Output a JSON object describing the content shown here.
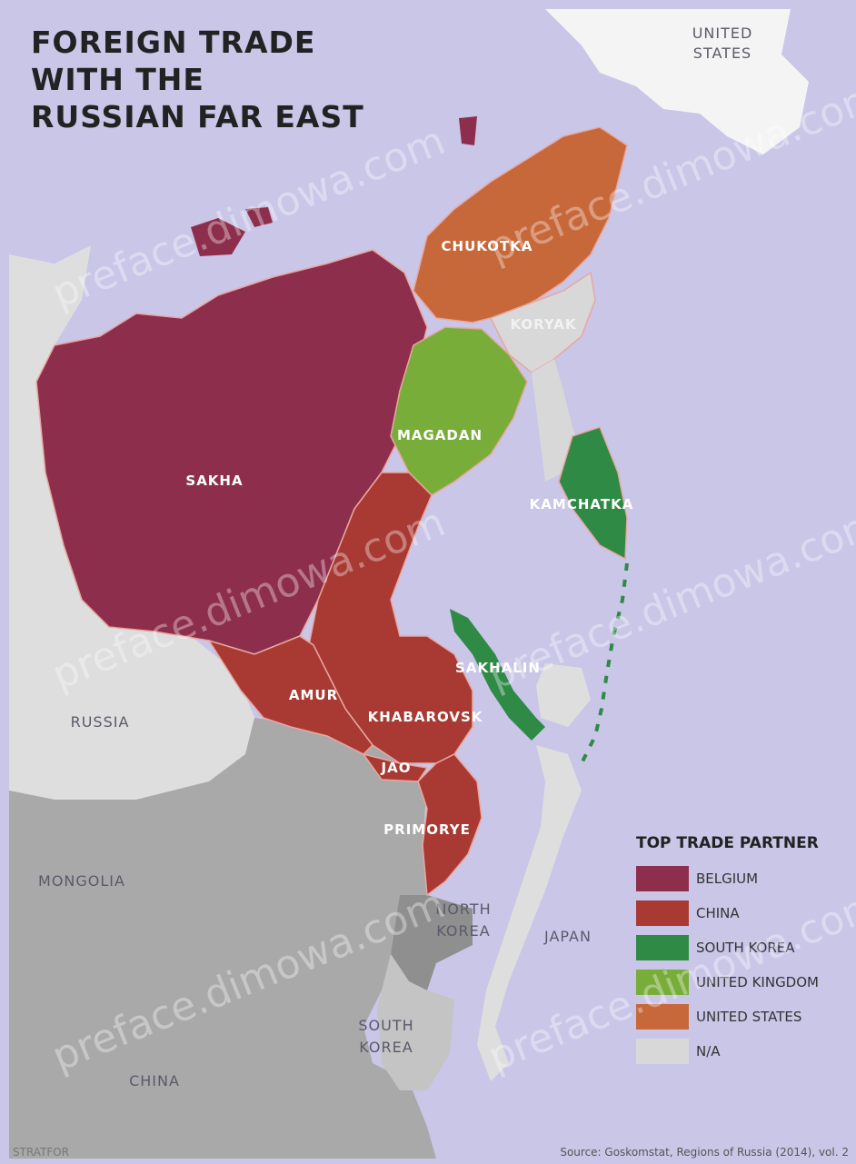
{
  "title": {
    "line1": "FOREIGN TRADE",
    "line2": "WITH THE",
    "line3": "RUSSIAN FAR EAST"
  },
  "regions": [
    {
      "id": "sakha",
      "label": "SAKHA",
      "partner": "Belgium"
    },
    {
      "id": "chukotka",
      "label": "CHUKOTKA",
      "partner": "United States"
    },
    {
      "id": "koryak",
      "label": "KORYAK",
      "partner": "N/A"
    },
    {
      "id": "magadan",
      "label": "MAGADAN",
      "partner": "United Kingdom"
    },
    {
      "id": "kamchatka",
      "label": "KAMCHATKA",
      "partner": "South Korea"
    },
    {
      "id": "sakhalin",
      "label": "SAKHALIN",
      "partner": "South Korea"
    },
    {
      "id": "amur",
      "label": "AMUR",
      "partner": "China"
    },
    {
      "id": "khabarovsk",
      "label": "KHABAROVSK",
      "partner": "China"
    },
    {
      "id": "jao",
      "label": "JAO",
      "partner": "China"
    },
    {
      "id": "primorye",
      "label": "PRIMORYE",
      "partner": "China"
    }
  ],
  "countries": {
    "russia": "RUSSIA",
    "mongolia": "MONGOLIA",
    "china": "CHINA",
    "north_korea_1": "NORTH",
    "north_korea_2": "KOREA",
    "south_korea_1": "SOUTH",
    "south_korea_2": "KOREA",
    "japan": "JAPAN",
    "us_1": "UNITED",
    "us_2": "STATES"
  },
  "legend": {
    "title": "TOP TRADE PARTNER",
    "items": [
      {
        "label": "BELGIUM",
        "color": "#8e2e4d"
      },
      {
        "label": "CHINA",
        "color": "#a83a33"
      },
      {
        "label": "SOUTH KOREA",
        "color": "#2e8a45"
      },
      {
        "label": "UNITED KINGDOM",
        "color": "#79ad3a"
      },
      {
        "label": "UNITED STATES",
        "color": "#c7683a"
      },
      {
        "label": "N/A",
        "color": "#d8d8d8"
      }
    ]
  },
  "colors": {
    "sea": "#c9c6e8",
    "belgium": "#8e2e4d",
    "china": "#a83a33",
    "south_korea": "#2e8a45",
    "united_kingdom": "#79ad3a",
    "united_states": "#c7683a",
    "na": "#d8d8d8",
    "other_land_light": "#dedede",
    "other_land_dark": "#a9a9a9"
  },
  "watermark": "preface.dimowa.com",
  "source": "Source: Goskomstat, Regions of Russia (2014), vol. 2",
  "credit": "STRATFOR"
}
